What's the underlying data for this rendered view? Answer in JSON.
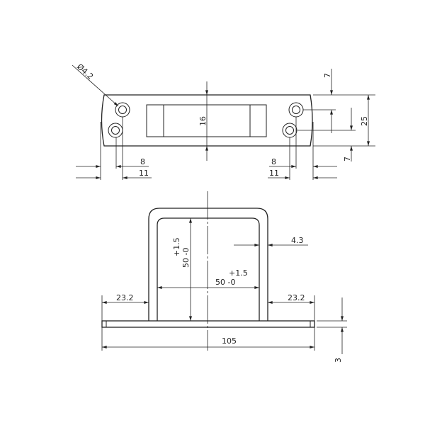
{
  "top_view": {
    "hole_diameter": "Ø4.2",
    "slot_height": "16",
    "left_dims": {
      "a": "8",
      "b": "11"
    },
    "right_dims": {
      "a": "8",
      "b": "11"
    },
    "top_offset": "7",
    "bottom_offset": "7",
    "plate_width": "25"
  },
  "front_view": {
    "inner_height_tol": "+1.5",
    "inner_height": "50 -0",
    "inner_width_tol": "+1.5",
    "inner_width": "50 -0",
    "wall": "4.3",
    "left_flange": "23.2",
    "right_flange": "23.2",
    "overall_length": "105",
    "thickness": "3"
  }
}
